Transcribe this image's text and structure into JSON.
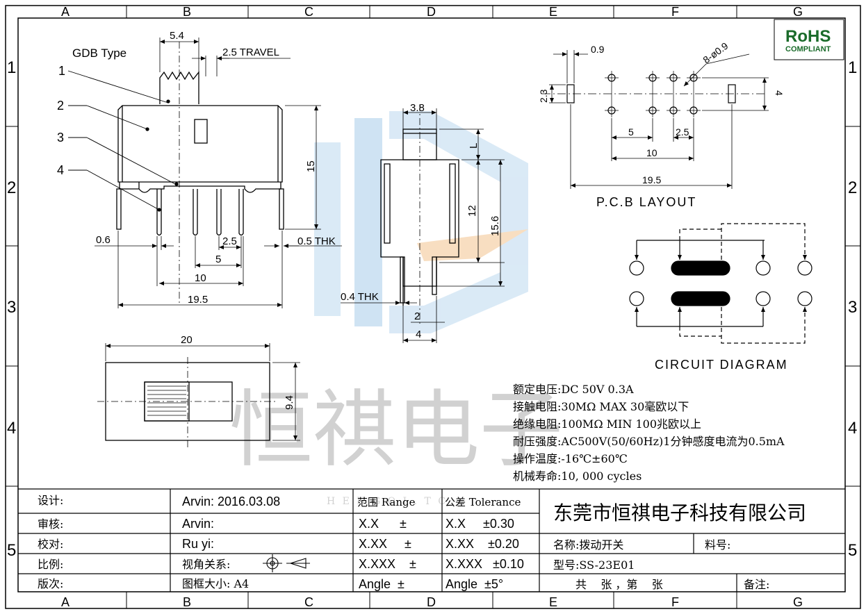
{
  "grid": {
    "columns": [
      "A",
      "B",
      "C",
      "D",
      "E",
      "F",
      "G"
    ],
    "rows": [
      "1",
      "2",
      "3",
      "4",
      "5"
    ]
  },
  "rohs": {
    "line1": "RoHS",
    "line2": "COMPLIANT",
    "color": "#1a6b2a"
  },
  "watermark": {
    "text": "恒祺电子",
    "sub": "H E N G Q I . T C"
  },
  "side_view": {
    "title": "GDB Type",
    "callouts": [
      "1",
      "2",
      "3",
      "4"
    ],
    "dims": {
      "d54": "5.4",
      "travel": "2.5 TRAVEL",
      "d15": "15",
      "d06": "0.6",
      "d25": "2.5",
      "d05": "0.5 THK",
      "d5": "5",
      "d10": "10",
      "d195": "19.5"
    }
  },
  "end_view": {
    "dims": {
      "d38": "3.8",
      "L": "L",
      "d12": "12",
      "d156": "15.6",
      "d04": "0.4 THK",
      "d2": "2",
      "d4": "4"
    }
  },
  "top_view": {
    "dims": {
      "d20": "20",
      "d94": "9.4"
    }
  },
  "pcb": {
    "title": "P.C.B LAYOUT",
    "dims": {
      "d09": "0.9",
      "hole": "8-ø0.9",
      "d23": "2.3",
      "d4": "4",
      "d5": "5",
      "d25": "2.5",
      "d10": "10",
      "d195": "19.5"
    }
  },
  "circuit": {
    "title": "CIRCUIT DIAGRAM"
  },
  "specs": [
    "额定电压:DC 50V 0.3A",
    "接触电阻:30MΩ MAX 30毫欧以下",
    "绝缘电阻:100MΩ MIN 100兆欧以上",
    "耐压强度:AC500V(50/60Hz)1分钟感度电流为0.5mA",
    "操作温度:-16℃±60℃",
    "机械寿命:10, 000 cycles"
  ],
  "title_block": {
    "labels": [
      "设计:",
      "审核:",
      "校对:",
      "比例:",
      "版次:"
    ],
    "values": [
      "Arvin:  2016.03.08",
      "Arvin:",
      "Ru yi:",
      "视角关系:",
      "图框大小:  A4"
    ],
    "range_header": "范围 Range",
    "tol_header": "公差 Tolerance",
    "ranges": [
      "X.X      ±",
      "X.XX     ±",
      "X.XXX    ±",
      "Angle  ±"
    ],
    "tolerances": [
      "X.X     ±0.30",
      "X.XX    ±0.20",
      "X.XXX   ±0.10",
      "Angle  ±5°"
    ],
    "company": "东莞市恒祺电子科技有限公司",
    "name_label": "名称:拨动开关",
    "part_label": "料号:",
    "model_label": "型号:SS-23E01",
    "sheet_label": "共    张 ，第    张",
    "notes_label": "备注:"
  }
}
